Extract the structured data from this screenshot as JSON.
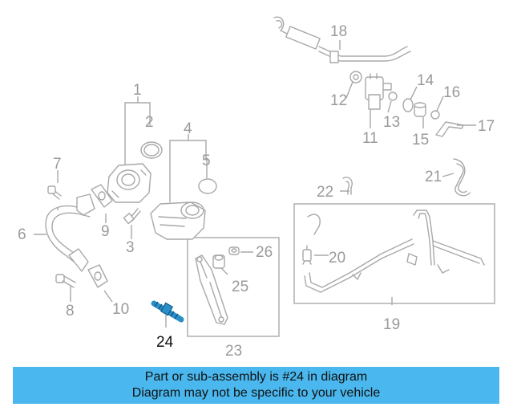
{
  "callouts": [
    "1",
    "2",
    "3",
    "4",
    "5",
    "6",
    "7",
    "8",
    "9",
    "10",
    "11",
    "12",
    "13",
    "14",
    "15",
    "16",
    "17",
    "18",
    "19",
    "20",
    "21",
    "22",
    "23",
    "24",
    "25",
    "26"
  ],
  "highlighted_callout": "24",
  "colors": {
    "banner": "#4ab8ee",
    "highlight_part": "#2a8fc8",
    "line_art": "#a8a8a8"
  },
  "banner": {
    "line1": "Part or sub-assembly is #24 in diagram",
    "line2": "Diagram may not be specific to your vehicle"
  }
}
